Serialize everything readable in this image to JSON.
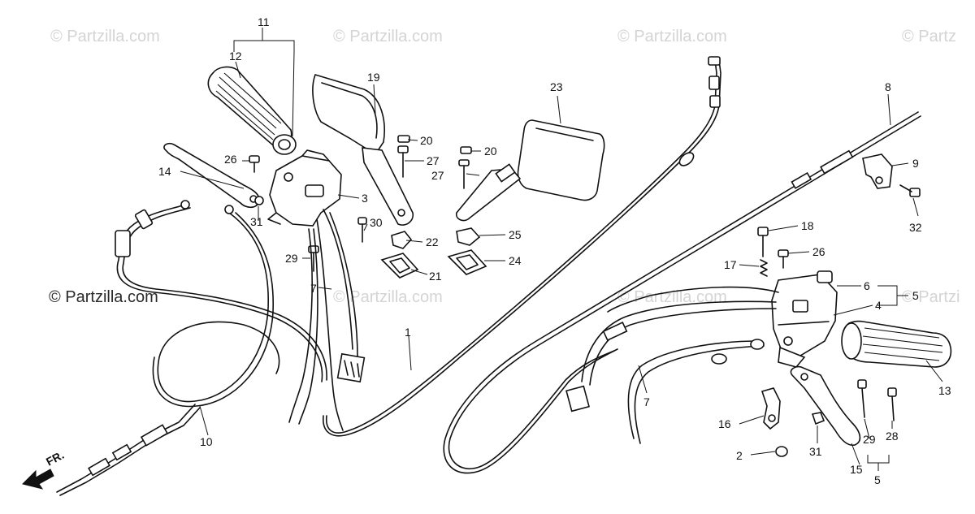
{
  "watermarks": {
    "top_1": "© Partzilla.com",
    "top_2": "© Partzilla.com",
    "top_3": "© Partzilla.com",
    "top_4": "© Partz",
    "mid_dark": "© Partzilla.com",
    "mid_center": "© Partzilla.com",
    "mid_right": "© Partzilla.com",
    "mid_far_right": "© Partzi"
  },
  "direction_label": "FR.",
  "callouts": {
    "c1": "1",
    "c2": "2",
    "c3": "3",
    "c4": "4",
    "c5a": "5",
    "c5b": "5",
    "c6": "6",
    "c7a": "7",
    "c7b": "7",
    "c8": "8",
    "c9": "9",
    "c10": "10",
    "c11": "11",
    "c12": "12",
    "c13": "13",
    "c14": "14",
    "c15": "15",
    "c16": "16",
    "c17": "17",
    "c18": "18",
    "c19": "19",
    "c20a": "20",
    "c20b": "20",
    "c21": "21",
    "c22": "22",
    "c23": "23",
    "c24": "24",
    "c25": "25",
    "c26a": "26",
    "c26b": "26",
    "c27a": "27",
    "c27b": "27",
    "c28": "28",
    "c29a": "29",
    "c29b": "29",
    "c30": "30",
    "c31a": "31",
    "c31b": "31",
    "c32": "32"
  }
}
